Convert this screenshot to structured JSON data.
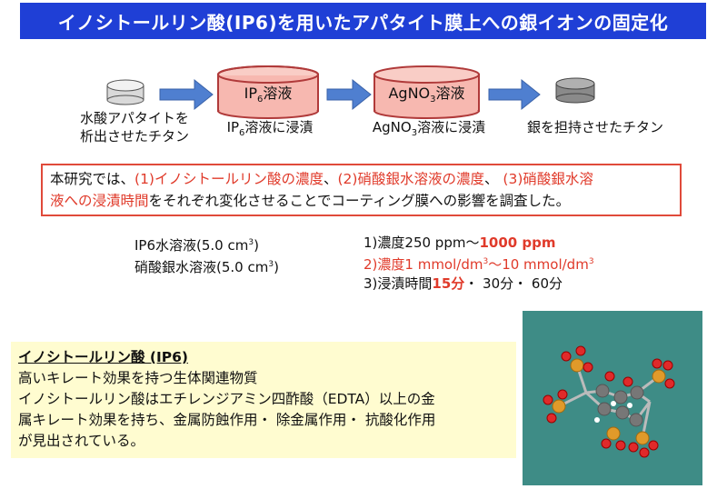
{
  "title": "イノシトールリン酸(IP6)を用いたアパタイト膜上への銀イオンの固定化",
  "flow": {
    "step1": "水酸アパタイトを\n析出させたチタン",
    "beaker1": {
      "pre": "IP",
      "sub": "6",
      "post": "溶液"
    },
    "step2": {
      "pre": "IP",
      "sub": "6",
      "post": "溶液に浸漬"
    },
    "beaker2": {
      "pre": "AgNO",
      "sub": "3",
      "post": "溶液"
    },
    "step3": {
      "pre": "AgNO",
      "sub": "3",
      "post": "溶液に浸漬"
    },
    "step4": "銀を担持させたチタン"
  },
  "study_note": {
    "p1": "本研究では、",
    "h1": "(1)イノシトールリン酸の濃度",
    "p2": "、",
    "h2": "(2)硝酸銀水溶液の濃度",
    "p3": "、 ",
    "h3a": "(3)硝酸銀水溶",
    "h3b": "液への浸漬時間",
    "p4": "をそれぞれ変化させることでコーティング膜への影響を調査した。"
  },
  "solutions": {
    "ip6_pre": "IP6水溶液(5.0 cm",
    "ip6_sup": "3",
    "ip6_post": ")",
    "ag_pre": "硝酸銀水溶液(5.0 cm",
    "ag_sup": "3",
    "ag_post": ")"
  },
  "conditions": {
    "c1_pre": "1)濃度250 ppm～",
    "c1_hl": "1000 ppm",
    "c2_a": "2)濃度1 mmol/dm",
    "c2_sup1": "3",
    "c2_b": "～10 mmol/dm",
    "c2_sup2": "3",
    "c3_pre": "3)浸漬時間",
    "c3_hl": "15分",
    "c3_post": "・ 30分・ 60分"
  },
  "info": {
    "heading": "イノシトールリン酸 (IP6)",
    "line1": "高いキレート効果を持つ生体関連物質",
    "line2": "イノシトールリン酸はエチレンジアミン四酢酸（EDTA）以上の金",
    "line3": "属キレート効果を持ち、金属防蝕作用・ 除金属作用・ 抗酸化作用",
    "line4": "が見出されている。"
  },
  "colors": {
    "title_bg": "#1f3fd6",
    "arrow": "#4f7fd0",
    "beaker_pink": "#f7b8b0",
    "highlight_red": "#e03a2a",
    "info_bg": "#fffcd0",
    "molecule_bg": "#3e8c86"
  }
}
